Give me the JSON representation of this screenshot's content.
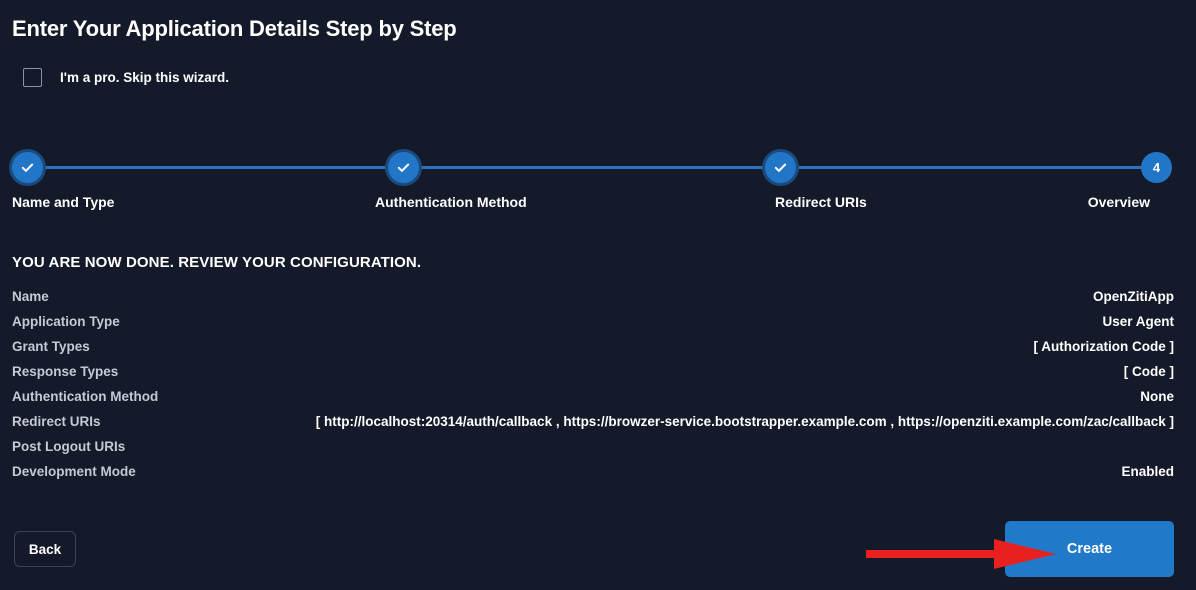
{
  "page": {
    "title": "Enter Your Application Details Step by Step",
    "background_color": "#141a29"
  },
  "skip_wizard": {
    "label": "I'm a pro. Skip this wizard.",
    "checked": false
  },
  "stepper": {
    "accent_color": "#2176c7",
    "line_color": "#2b72c0",
    "current_step": 4,
    "steps": [
      {
        "index": 1,
        "label": "Name and Type",
        "state": "complete",
        "marker": "check"
      },
      {
        "index": 2,
        "label": "Authentication Method",
        "state": "complete",
        "marker": "check"
      },
      {
        "index": 3,
        "label": "Redirect URIs",
        "state": "complete",
        "marker": "check"
      },
      {
        "index": 4,
        "label": "Overview",
        "state": "current",
        "marker": "4"
      }
    ]
  },
  "review": {
    "heading": "YOU ARE NOW DONE. REVIEW YOUR CONFIGURATION.",
    "rows": [
      {
        "label": "Name",
        "value": "OpenZitiApp"
      },
      {
        "label": "Application Type",
        "value": "User Agent"
      },
      {
        "label": "Grant Types",
        "value": "[ Authorization Code ]"
      },
      {
        "label": "Response Types",
        "value": "[ Code ]"
      },
      {
        "label": "Authentication Method",
        "value": "None"
      },
      {
        "label": "Redirect URIs",
        "value": "[ http://localhost:20314/auth/callback , https://browzer-service.bootstrapper.example.com , https://openziti.example.com/zac/callback ]"
      },
      {
        "label": "Post Logout URIs",
        "value": ""
      },
      {
        "label": "Development Mode",
        "value": "Enabled"
      }
    ]
  },
  "footer": {
    "back_label": "Back",
    "create_label": "Create",
    "create_color": "#2079c9"
  },
  "annotation": {
    "arrow_color": "#e8201f",
    "points_to": "Create"
  }
}
